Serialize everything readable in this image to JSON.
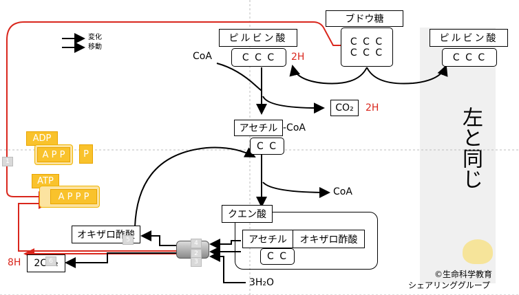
{
  "legend": {
    "change": "変化",
    "move": "移動"
  },
  "glucose": {
    "title": "ブドウ糖",
    "atoms_top": "C C C",
    "atoms_bottom": "C C C"
  },
  "pyruvate_left": {
    "title": "ピルビン酸",
    "atoms": "C C C",
    "product": "2H"
  },
  "pyruvate_right": {
    "title": "ピルビン酸",
    "atoms": "C C C"
  },
  "coa_in": "CoA",
  "co2_top": {
    "label": "CO₂",
    "product": "2H"
  },
  "acetyl_coa": {
    "name": "アセチル",
    "suffix": "-CoA",
    "atoms": "C C"
  },
  "coa_out": "CoA",
  "citric_acid": {
    "title": "クエン酸",
    "acetyl": "アセチル",
    "oxalo": "オキザロ酢酸",
    "atoms": "C C"
  },
  "oxaloacetate_out": "オキザロ酢酸",
  "co2_bottom": {
    "label": "2CO₂",
    "prefix": "8H"
  },
  "water": "3H₂O",
  "adp": {
    "title": "ADP",
    "molecule": "A P P",
    "phosphate": "P"
  },
  "atp": {
    "title": "ATP",
    "molecule": "A P P P"
  },
  "same_as_left": "左と同じ",
  "credit": {
    "line1": "©生命科学教育",
    "line2": "シェアリンググループ"
  },
  "slide_numbers": [
    "1",
    "2",
    "3",
    "4",
    "5",
    "6"
  ],
  "colors": {
    "red": "#d9261c",
    "yellow": "#f9c22c",
    "gray_panel": "#f0f0f0"
  }
}
